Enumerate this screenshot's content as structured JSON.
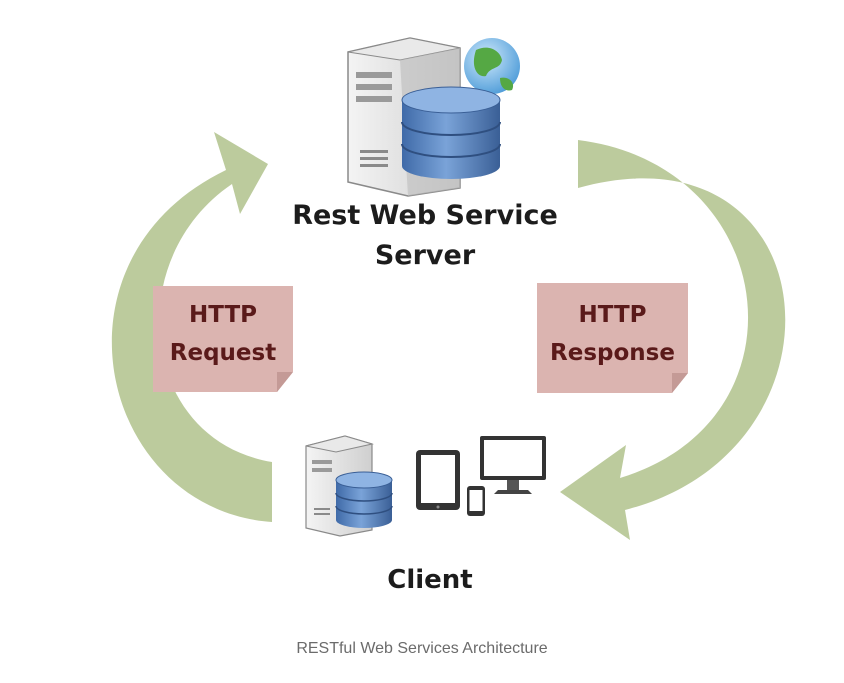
{
  "server": {
    "line1": "Rest Web Service",
    "line2": "Server"
  },
  "client": {
    "label": "Client"
  },
  "request_note": {
    "line1": "HTTP",
    "line2": "Request"
  },
  "response_note": {
    "line1": "HTTP",
    "line2": "Response"
  },
  "caption": "RESTful Web Services Architecture",
  "colors": {
    "arrow": "#bccb9d",
    "note": "#dbb4b0",
    "note_text": "#5a1a1a",
    "database": "#5f86bf",
    "caption": "#6b6b6b"
  },
  "icons": [
    "server-icon",
    "database-icon",
    "globe-icon",
    "tablet-icon",
    "phone-icon",
    "monitor-icon"
  ]
}
